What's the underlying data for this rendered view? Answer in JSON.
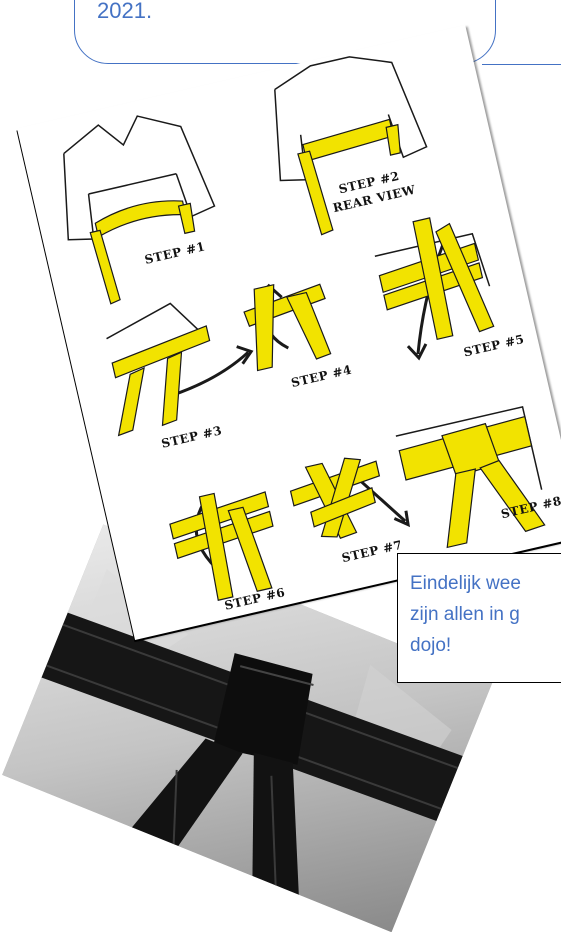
{
  "header": {
    "year_text": "2021."
  },
  "diagram": {
    "steps": [
      {
        "label": "STEP #1"
      },
      {
        "label": "STEP #2"
      },
      {
        "label": "REAR VIEW"
      },
      {
        "label": "STEP #3"
      },
      {
        "label": "STEP #4"
      },
      {
        "label": "STEP #5"
      },
      {
        "label": "STEP #6"
      },
      {
        "label": "STEP #7"
      },
      {
        "label": "STEP #8"
      }
    ],
    "belt_color": "#f2e300",
    "outline_color": "#1a1a1a"
  },
  "photo": {
    "belt_color": "#151515",
    "gi_color": "#c8c8c8"
  },
  "caption": {
    "line1": "Eindelijk wee",
    "line2": "zijn allen in g",
    "line3": "dojo!"
  },
  "colors": {
    "accent": "#4472c4"
  }
}
